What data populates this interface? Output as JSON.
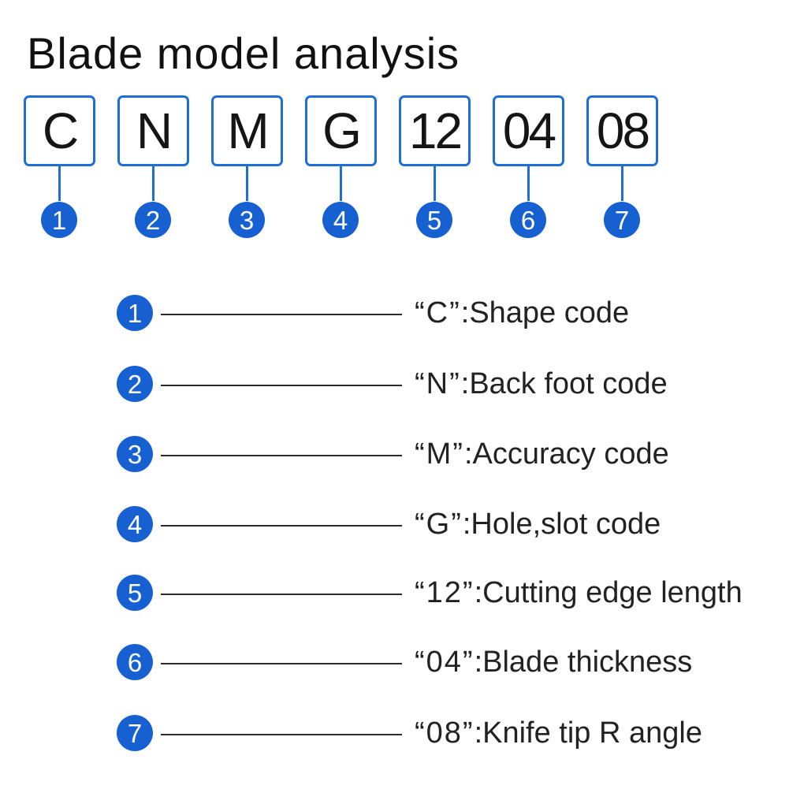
{
  "title": "Blade model analysis",
  "colors": {
    "accent": "#1f6ed8",
    "circle": "#1660d2",
    "text": "#222222"
  },
  "codes": [
    {
      "num": "1",
      "code": "C"
    },
    {
      "num": "2",
      "code": "N"
    },
    {
      "num": "3",
      "code": "M"
    },
    {
      "num": "4",
      "code": "G"
    },
    {
      "num": "5",
      "code": "12"
    },
    {
      "num": "6",
      "code": "04"
    },
    {
      "num": "7",
      "code": "08"
    }
  ],
  "legend": [
    {
      "num": "1",
      "quoted": "“C”",
      "label": ":Shape code"
    },
    {
      "num": "2",
      "quoted": "“N”",
      "label": ":Back foot code"
    },
    {
      "num": "3",
      "quoted": "“M”",
      "label": ":Accuracy code"
    },
    {
      "num": "4",
      "quoted": "“G”",
      "label": ":Hole,slot code"
    },
    {
      "num": "5",
      "quoted": "“12”",
      "label": ":Cutting edge length"
    },
    {
      "num": "6",
      "quoted": "“04”",
      "label": ":Blade thickness"
    },
    {
      "num": "7",
      "quoted": "“08”",
      "label": ":Knife tip R angle"
    }
  ]
}
